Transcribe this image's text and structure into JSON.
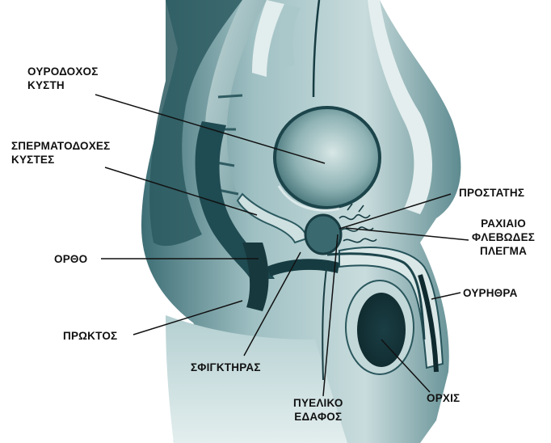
{
  "diagram": {
    "labels": {
      "bladder": [
        "ΟΥΡΟΔΟΧΟΣ",
        "ΚΥΣΤΗ"
      ],
      "seminal_vesicles": [
        "ΣΠΕΡΜΑΤΟΔΟΧΕΣ",
        "ΚΥΣΤΕΣ"
      ],
      "rectum": "ΟΡΘΟ",
      "anus": "ΠΡΩΚΤΟΣ",
      "sphincter": "ΣΦΙΓΚΤΗΡΑΣ",
      "pelvic_floor": [
        "ΠΥΕΛΙΚΟ",
        "ΕΔΑΦΟΣ"
      ],
      "testis": "ΟΡΧΙΣ",
      "urethra": "ΟΥΡΗΘΡΑ",
      "prostate": "ΠΡΟΣΤΑΤΗΣ",
      "venous_plexus": [
        "ΡΑΧΙΑΙΟ",
        "ΦΛΕΒΩΔΕΣ",
        "ΠΛΕΓΜΑ"
      ]
    },
    "colors": {
      "tissue_dark": "#1f4b52",
      "tissue_mid": "#4f7f86",
      "tissue_light": "#9fc0c3",
      "tissue_pale": "#d3e4e5",
      "leader_line": "#111111"
    }
  }
}
